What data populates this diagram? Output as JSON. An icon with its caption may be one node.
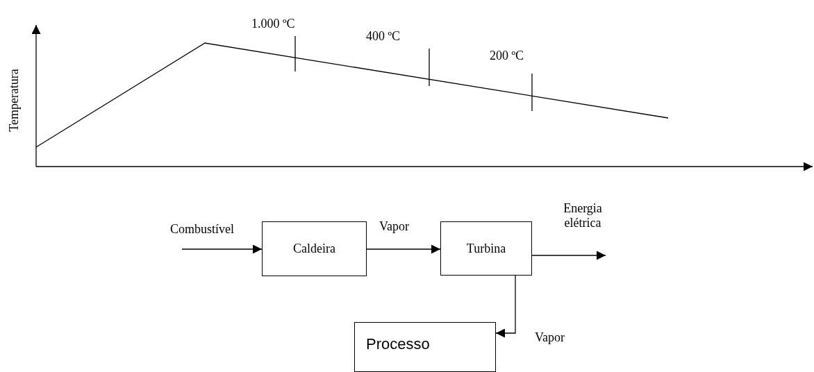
{
  "diagram": {
    "nodes": [
      {
        "text": [
          "Caldeira"
        ]
      },
      {
        "text": [
          "Turbina"
        ]
      },
      {
        "text": [
          "Processo"
        ]
      }
    ],
    "edges": [
      {
        "from": null,
        "to": 0,
        "arrow": "to",
        "label": "Combustível"
      },
      {
        "from": 0,
        "to": 1,
        "arrow": "to",
        "label": "Vapor"
      },
      {
        "from": 1,
        "to": null,
        "arrow": "to",
        "label": "Energia elétrica"
      },
      {
        "from": 1,
        "to": 2,
        "arrow": "to",
        "label": "Vapor"
      }
    ],
    "labels": [
      "Temperatura",
      "1.000 ºC",
      "400 ºC",
      "200 ºC"
    ]
  }
}
